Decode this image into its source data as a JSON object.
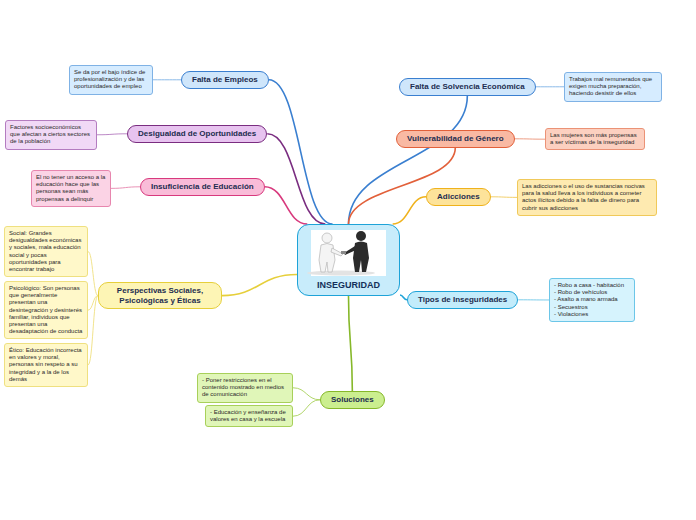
{
  "diagram": {
    "nodes": [
      {
        "text": [
          "INSEGURIDAD"
        ]
      },
      {
        "text": [
          "Falta de Empleos"
        ]
      },
      {
        "text": [
          "Se da por el bajo índice de profesionalización y de las oportunidades de empleo"
        ]
      },
      {
        "text": [
          "Desigualdad de Oportunidades"
        ]
      },
      {
        "text": [
          "Factores socioeconómicos que afectan a ciertos sectores de la población"
        ]
      },
      {
        "text": [
          "Insuficiencia de Educación"
        ]
      },
      {
        "text": [
          "El no tener un acceso a la educación hace que las personas sean más propensas a delinquir"
        ]
      },
      {
        "text": [
          "Perspectivas Sociales, Psicológicas y Éticas"
        ]
      },
      {
        "text": [
          "Social: Grandes desigualdades económicas y sociales, mala educación social y pocas oportunidades para encontrar trabajo"
        ]
      },
      {
        "text": [
          "Psicológico: Son personas que generalmente presentan una desintegración y desinterés familiar, individuos que presentan una desadaptación de conducta"
        ]
      },
      {
        "text": [
          "Ético: Educación incorrecta en valores y moral, personas sin respeto a su integridad y a la de los demás"
        ]
      },
      {
        "text": [
          "Soluciones"
        ]
      },
      {
        "text": [
          "- Poner restricciones en el contenido mostrado en medios de comunicación"
        ]
      },
      {
        "text": [
          "- Educación y enseñanza de valores en casa y la escuela"
        ]
      },
      {
        "text": [
          "Falta de Solvencia Económica"
        ]
      },
      {
        "text": [
          "Trabajos mal remunerados que exigen mucha preparación, haciendo desistir de ellos"
        ]
      },
      {
        "text": [
          "Vulnerabilidad de Género"
        ]
      },
      {
        "text": [
          "Las mujeres son más propensas a ser víctimas de la inseguridad"
        ]
      },
      {
        "text": [
          "Adicciones"
        ]
      },
      {
        "text": [
          "Las adicciones o el uso de sustancias nocivas para la salud lleva a los individuos a cometer actos ilícitos debido a la falta de dinero para cubrir sus adicciones"
        ]
      },
      {
        "text": [
          "Tipos de Inseguridades"
        ]
      },
      {
        "text": [
          "- Robo a casa - habitación",
          "- Robo de vehículos",
          "- Asalto a mano armada",
          "- Secuestros",
          "- Violaciones"
        ]
      }
    ],
    "edges": [
      {
        "from": 0,
        "to": 1,
        "arrow": "none"
      },
      {
        "from": 1,
        "to": 2,
        "arrow": "none"
      },
      {
        "from": 0,
        "to": 3,
        "arrow": "none"
      },
      {
        "from": 3,
        "to": 4,
        "arrow": "none"
      },
      {
        "from": 0,
        "to": 5,
        "arrow": "none"
      },
      {
        "from": 5,
        "to": 6,
        "arrow": "none"
      },
      {
        "from": 0,
        "to": 7,
        "arrow": "none"
      },
      {
        "from": 7,
        "to": 8,
        "arrow": "none"
      },
      {
        "from": 7,
        "to": 9,
        "arrow": "none"
      },
      {
        "from": 7,
        "to": 10,
        "arrow": "none"
      },
      {
        "from": 0,
        "to": 11,
        "arrow": "none"
      },
      {
        "from": 11,
        "to": 12,
        "arrow": "none"
      },
      {
        "from": 11,
        "to": 13,
        "arrow": "none"
      },
      {
        "from": 0,
        "to": 14,
        "arrow": "none"
      },
      {
        "from": 14,
        "to": 15,
        "arrow": "none"
      },
      {
        "from": 0,
        "to": 16,
        "arrow": "none"
      },
      {
        "from": 16,
        "to": 17,
        "arrow": "none"
      },
      {
        "from": 0,
        "to": 18,
        "arrow": "none"
      },
      {
        "from": 18,
        "to": 19,
        "arrow": "none"
      },
      {
        "from": 0,
        "to": 20,
        "arrow": "none"
      },
      {
        "from": 20,
        "to": 21,
        "arrow": "none"
      }
    ]
  }
}
